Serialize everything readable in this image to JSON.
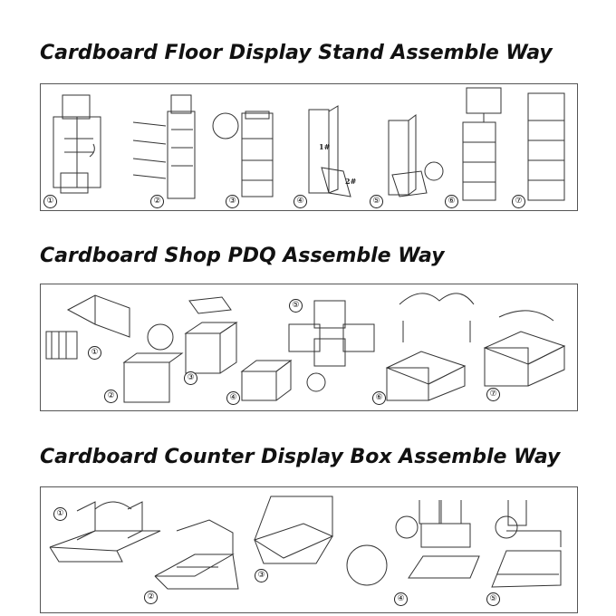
{
  "sections": [
    {
      "title": "Cardboard Floor Display Stand Assemble Way",
      "steps": [
        "①",
        "②",
        "③",
        "④",
        "⑤",
        "⑥",
        "⑦"
      ],
      "part_labels": [
        "1#",
        "2#"
      ]
    },
    {
      "title": "Cardboard Shop PDQ Assemble Way",
      "steps": [
        "①",
        "②",
        "③",
        "④",
        "⑤",
        "⑥",
        "⑦"
      ]
    },
    {
      "title": "Cardboard Counter Display Box Assemble Way",
      "steps": [
        "①",
        "②",
        "③",
        "④",
        "⑤"
      ]
    }
  ],
  "colors": {
    "line": "#333333",
    "panel_border": "#555555",
    "background": "#ffffff"
  }
}
